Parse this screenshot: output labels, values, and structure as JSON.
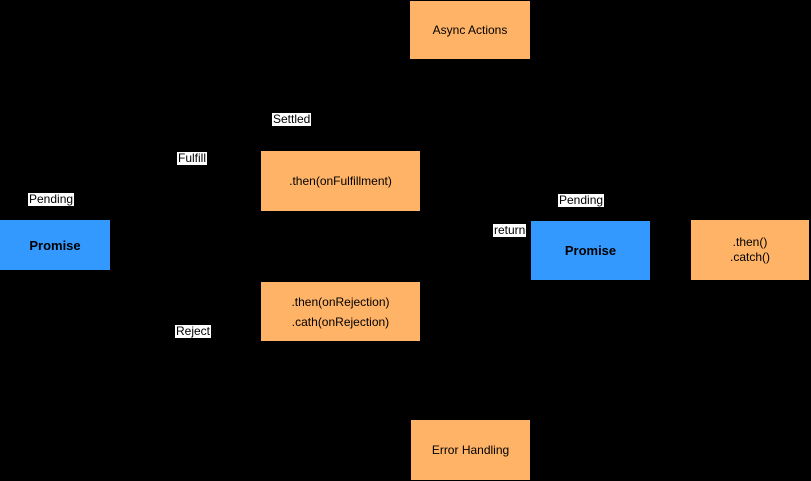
{
  "diagram": {
    "background_color": "#000000",
    "colors": {
      "node_orange": "#ffb366",
      "node_blue": "#3399ff",
      "edge_label_background": "#ffffff",
      "text": "#000000"
    },
    "nodes": {
      "async_actions": {
        "label": "Async Actions"
      },
      "promise_left": {
        "label": "Promise"
      },
      "then_fulfillment": {
        "label": ".then(onFulfillment)"
      },
      "then_rejection": {
        "line1": ".then(onRejection)",
        "line2": ".cath(onRejection)"
      },
      "promise_right": {
        "label": "Promise"
      },
      "then_catch": {
        "line1": ".then()",
        "line2": ".catch()"
      },
      "error_handling": {
        "label": "Error Handling"
      }
    },
    "edge_labels": {
      "settled": "Settled",
      "fulfill": "Fulfill",
      "pending_left": "Pending",
      "reject": "Reject",
      "pending_right": "Pending",
      "return": "return"
    }
  }
}
